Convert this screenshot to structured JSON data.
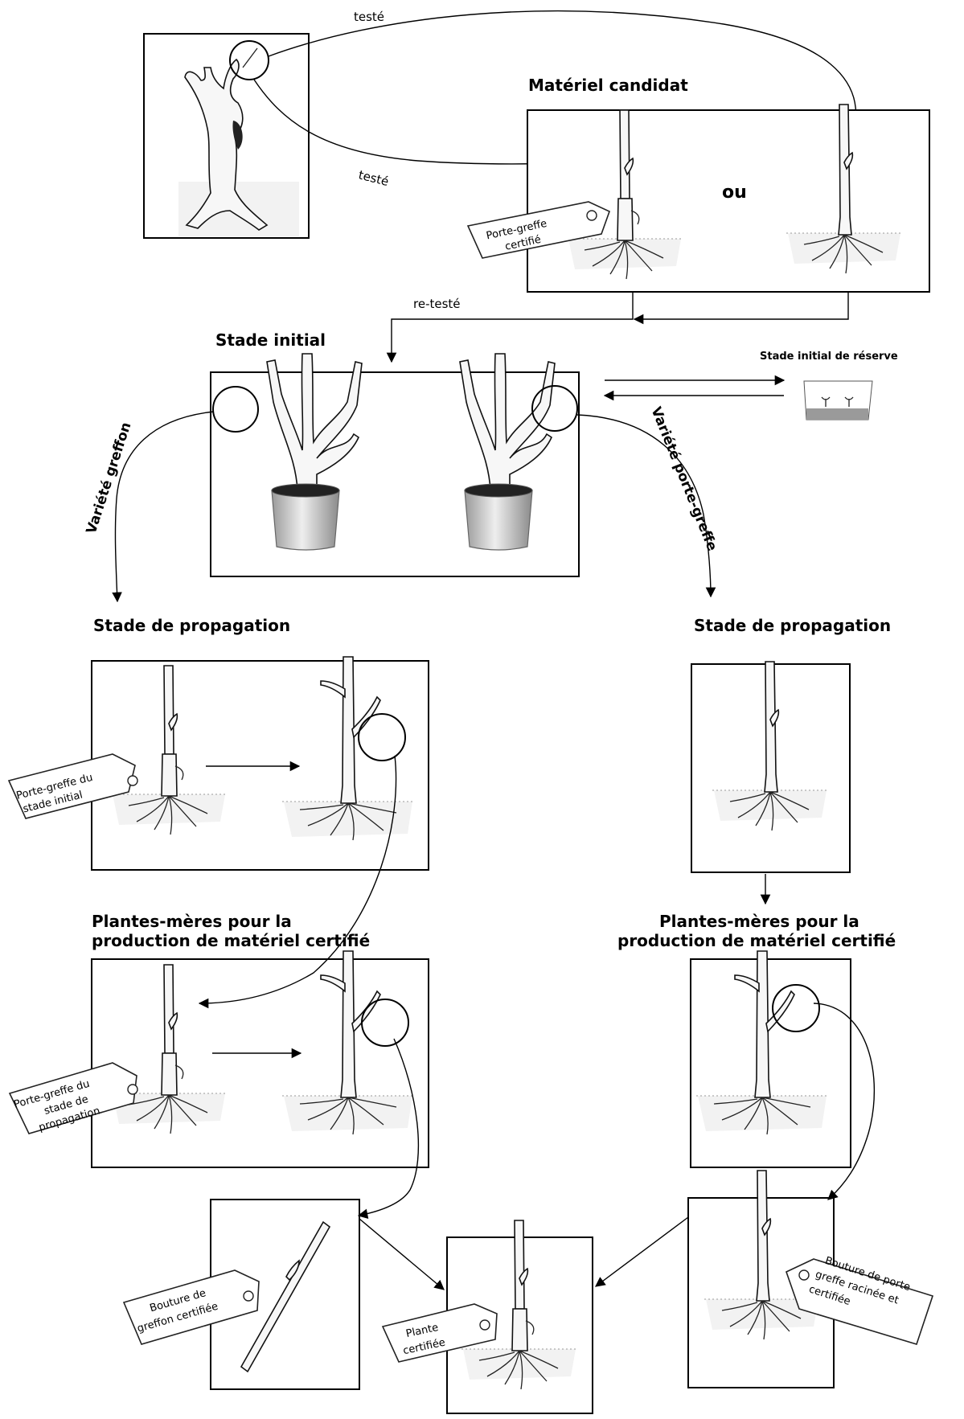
{
  "labels": {
    "teste_top": "testé",
    "teste_curve": "testé",
    "materiel_candidat": "Matériel candidat",
    "ou": "ou",
    "re_teste": "re-testé",
    "stade_initial": "Stade initial",
    "stade_initial_reserve": "Stade initial de réserve",
    "variete_greffon": "Variété greffon",
    "variete_porte_greffe": "Variété porte-greffe",
    "stade_propagation_left": "Stade de propagation",
    "stade_propagation_right": "Stade de propagation",
    "plantes_meres_left": [
      "Plantes-mères pour la",
      "production de matériel certifié"
    ],
    "plantes_meres_right": [
      "Plantes-mères pour la",
      "production de matériel certifié"
    ]
  },
  "tags": {
    "porte_greffe_certifie": [
      "Porte-greffe",
      "certifié"
    ],
    "porte_greffe_stade_initial": [
      "Porte-greffe du",
      "stade initial"
    ],
    "porte_greffe_stade_propagation": [
      "Porte-greffe du",
      "stade de",
      "propagation"
    ],
    "bouture_greffon_certifiee": [
      "Bouture de",
      "greffon certifiée"
    ],
    "plante_certifiee": [
      "Plante",
      "certifiée"
    ],
    "bouture_porte_greffe": [
      "Bouture de porte",
      "greffe racinée et",
      "certifiée"
    ]
  }
}
